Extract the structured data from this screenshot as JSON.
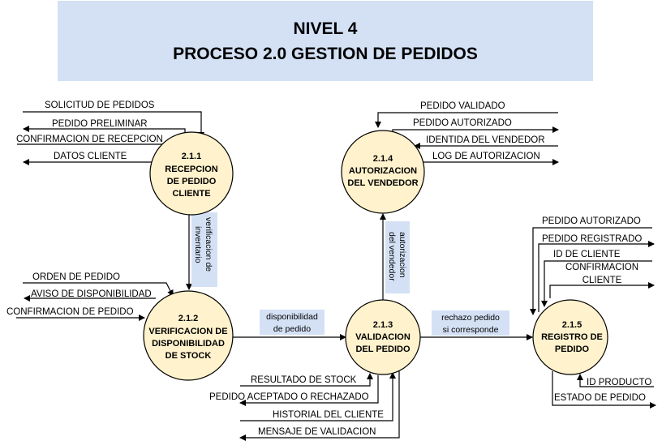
{
  "title": {
    "line1": "NIVEL 4",
    "line2": "PROCESO 2.0 GESTION DE PEDIDOS"
  },
  "processes": {
    "p211": {
      "id": "2.1.1",
      "line1": "RECEPCION",
      "line2": "DE PEDIDO",
      "line3": "CLIENTE"
    },
    "p212": {
      "id": "2.1.2",
      "line1": "VERIFICACION DE",
      "line2": "DISPONIBILIDAD",
      "line3": "DE STOCK"
    },
    "p213": {
      "id": "2.1.3",
      "line1": "VALIDACION",
      "line2": "DEL PEDIDO"
    },
    "p214": {
      "id": "2.1.4",
      "line1": "AUTORIZACION",
      "line2": "DEL VENDEDOR"
    },
    "p215": {
      "id": "2.1.5",
      "line1": "REGISTRO DE",
      "line2": "PEDIDO"
    }
  },
  "flows": {
    "solicitud": "SOLICITUD DE PEDIDOS",
    "pedido_preliminar": "PEDIDO PRELIMINAR",
    "confirmacion_recepcion": "CONFIRMACION DE RECEPCION",
    "datos_cliente": "DATOS CLIENTE",
    "verificacion_inventario_1": "verificacion de",
    "verificacion_inventario_2": "inventario",
    "orden_pedido": "ORDEN DE PEDIDO",
    "aviso_disponibilidad": "AVISO DE DISPONIBILIDAD",
    "confirmacion_pedido": "CONFIRMACION DE PEDIDO",
    "disponibilidad_1": "disponibilidad",
    "disponibilidad_2": "de pedido",
    "resultado_stock": "RESULTADO DE STOCK",
    "pedido_aceptado": "PEDIDO ACEPTADO O RECHAZADO",
    "historial_cliente": "HISTORIAL DEL CLIENTE",
    "mensaje_validacion": "MENSAJE DE VALIDACION",
    "autorizacion_vendedor_1": "autorizacion",
    "autorizacion_vendedor_2": "del vendedor",
    "pedido_validado": "PEDIDO VALIDADO",
    "pedido_autorizado_out": "PEDIDO AUTORIZADO",
    "identidad_vendedor": "IDENTIDA DEL VENDEDOR",
    "log_autorizacion": "LOG DE AUTORIZACION",
    "rechazo_1": "rechazo pedido",
    "rechazo_2": "si corresponde",
    "pedido_autorizado_in": "PEDIDO AUTORIZADO",
    "pedido_registrado": "PEDIDO REGISTRADO",
    "id_cliente": "ID DE CLIENTE",
    "confirmacion_cliente_1": "CONFIRMACION",
    "confirmacion_cliente_2": "CLIENTE",
    "id_producto": "ID PRODUCTO",
    "estado_pedido": "ESTADO DE PEDIDO"
  }
}
